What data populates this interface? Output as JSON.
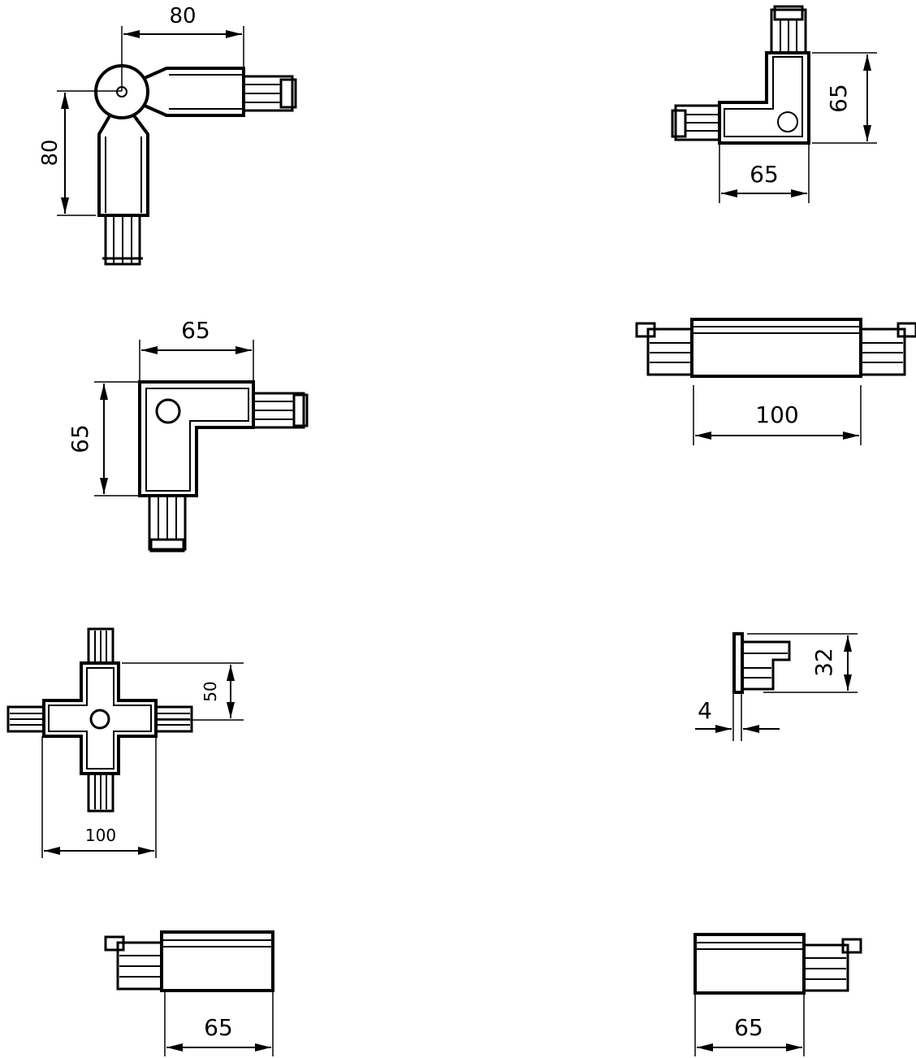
{
  "components": [
    {
      "id": "flexible-corner",
      "dimensions": [
        "80",
        "80"
      ]
    },
    {
      "id": "corner-right",
      "dimensions": [
        "65",
        "65"
      ]
    },
    {
      "id": "corner-left",
      "dimensions": [
        "65",
        "65"
      ]
    },
    {
      "id": "straight-connector",
      "dimensions": [
        "100"
      ]
    },
    {
      "id": "cross-connector",
      "dimensions": [
        "50",
        "100"
      ]
    },
    {
      "id": "end-cap",
      "dimensions": [
        "32",
        "4"
      ]
    },
    {
      "id": "feed-left",
      "dimensions": [
        "65"
      ]
    },
    {
      "id": "feed-right",
      "dimensions": [
        "65"
      ]
    }
  ],
  "colors": {
    "line": "#000000",
    "background": "#ffffff"
  }
}
